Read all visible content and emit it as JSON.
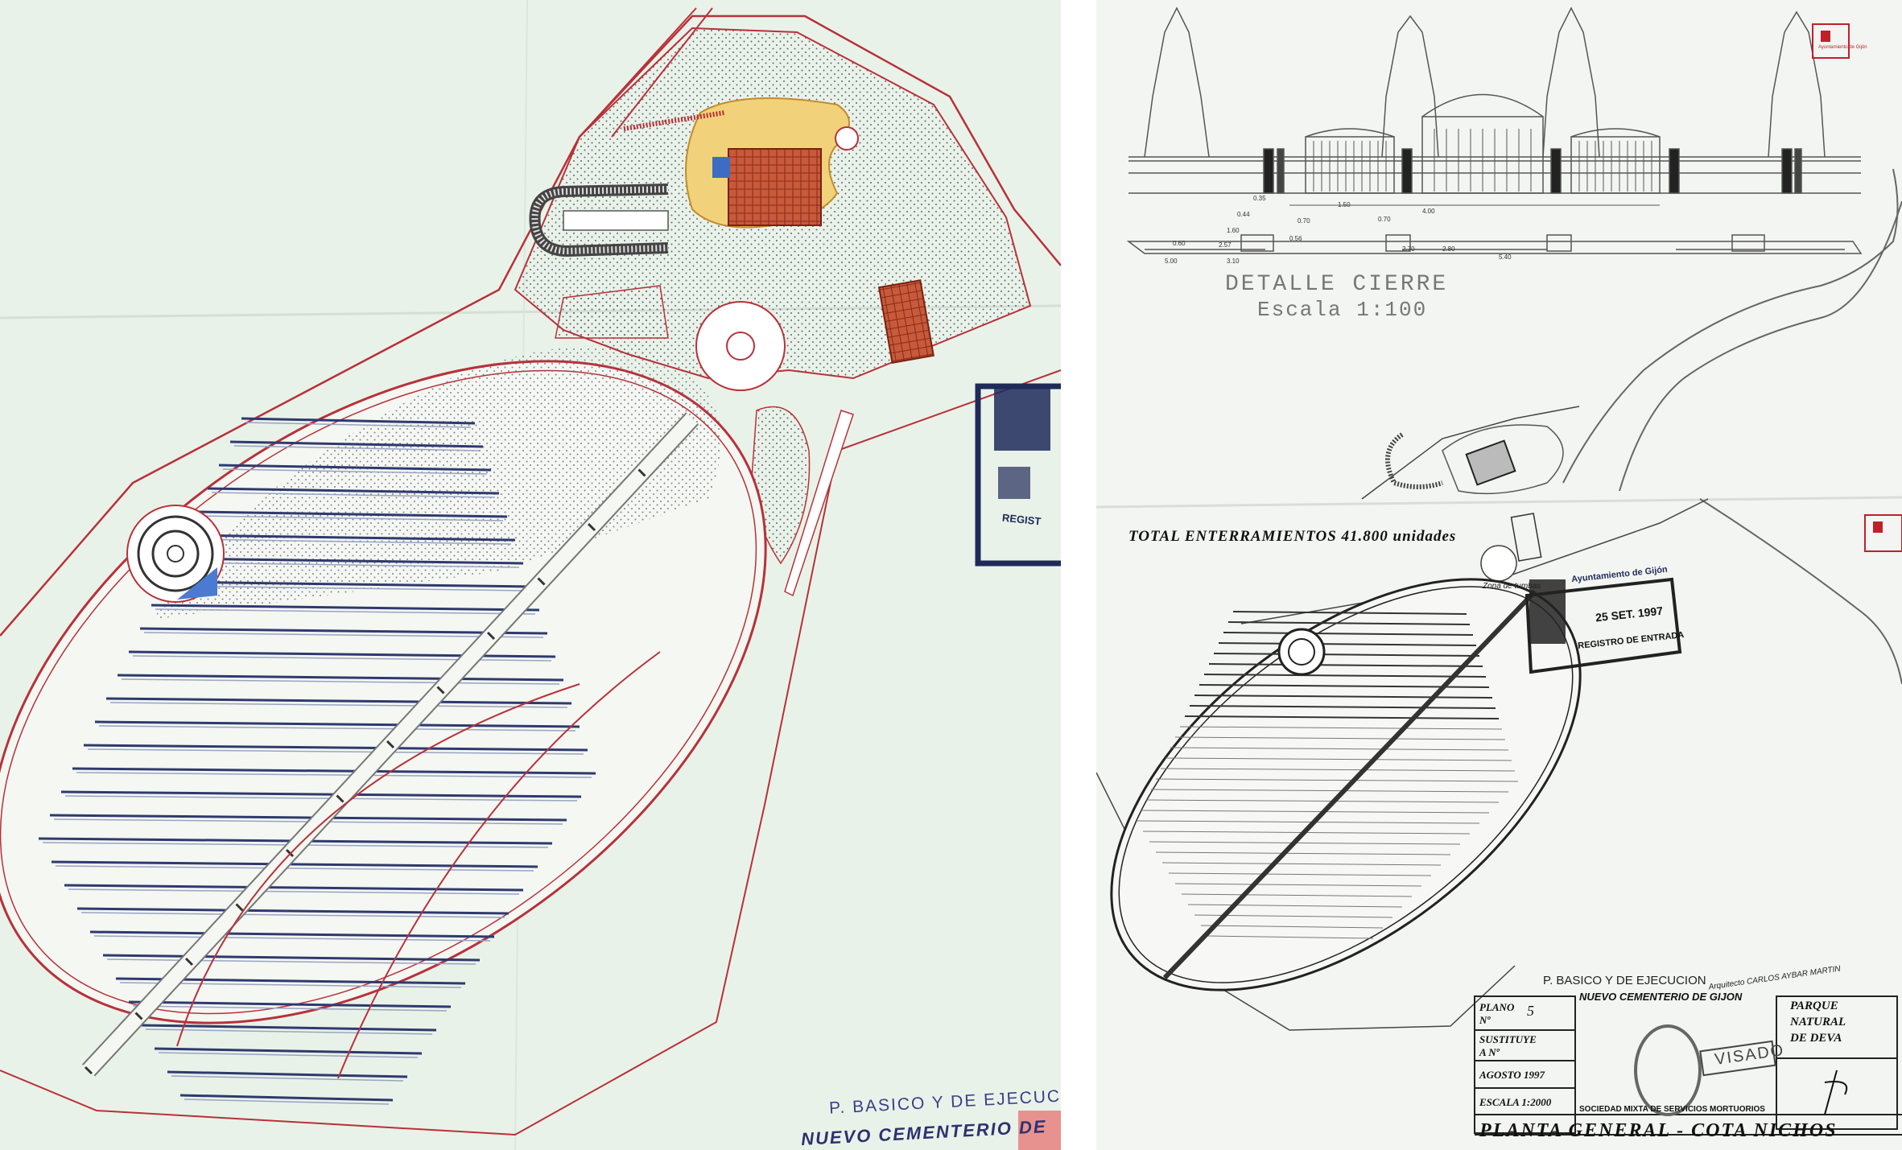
{
  "left_sheet": {
    "project_line": "P. BASICO Y DE EJECUCI",
    "name_line": "NUEVO CEMENTERIO DE",
    "stamp_text": "REGIST"
  },
  "right_sheet": {
    "detail_title": "DETALLE CIERRE",
    "detail_scale": "Escala 1:100",
    "total_line": "TOTAL ENTERRAMIENTOS 41.800 unidades",
    "zone_label": "Zona de tumbas",
    "dims": [
      "0.44",
      "1.60",
      "2.57",
      "3.10",
      "0.56",
      "0.70",
      "0.70",
      "4.00",
      "2.70",
      "2.80",
      "5.40",
      "0.60",
      "5.00",
      "0.35",
      "1.50"
    ],
    "stamp": {
      "org": "Ayuntamiento de Gijón",
      "date": "25 SET. 1997",
      "label": "REGISTRO DE ENTRADA"
    },
    "corner_stamp": "Ayuntamiento de Gijón",
    "title_block": {
      "project": "P. BASICO Y DE EJECUCION",
      "name": "NUEVO CEMENTERIO DE GIJON",
      "architect": "Arquitecto CARLOS AYBAR MARTIN",
      "plano_label": "PLANO Nº",
      "plano_number": "5",
      "sustituye_label": "SUSTITUYE A Nº",
      "date": "AGOSTO 1997",
      "scale": "ESCALA 1:2000",
      "company": "SOCIEDAD MIXTA DE SERVICIOS MORTUORIOS",
      "park_line1": "PARQUE",
      "park_line2": "NATURAL",
      "park_line3": "DE DEVA",
      "visado": "VISADO",
      "sheet_title": "PLANTA GENERAL - COTA NICHOS"
    }
  }
}
